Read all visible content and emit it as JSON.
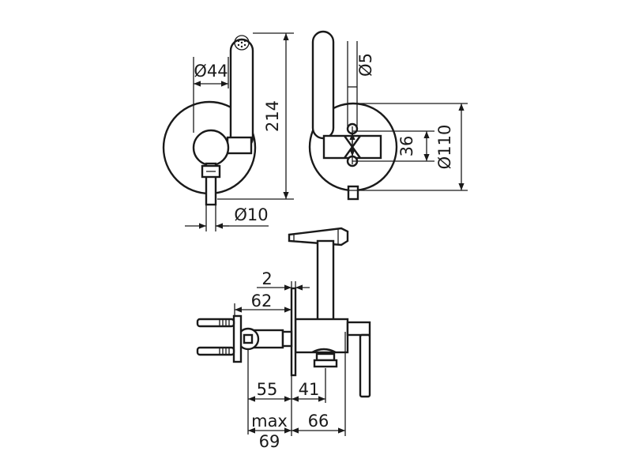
{
  "dimensions": {
    "d44": "Ø44",
    "h214": "214",
    "d10": "Ø10",
    "d5": "Ø5",
    "d36": "36",
    "d110": "Ø110",
    "d2": "2",
    "d62": "62",
    "d55": "55",
    "d41": "41",
    "max_label": "max",
    "d69": "69",
    "d66": "66"
  }
}
